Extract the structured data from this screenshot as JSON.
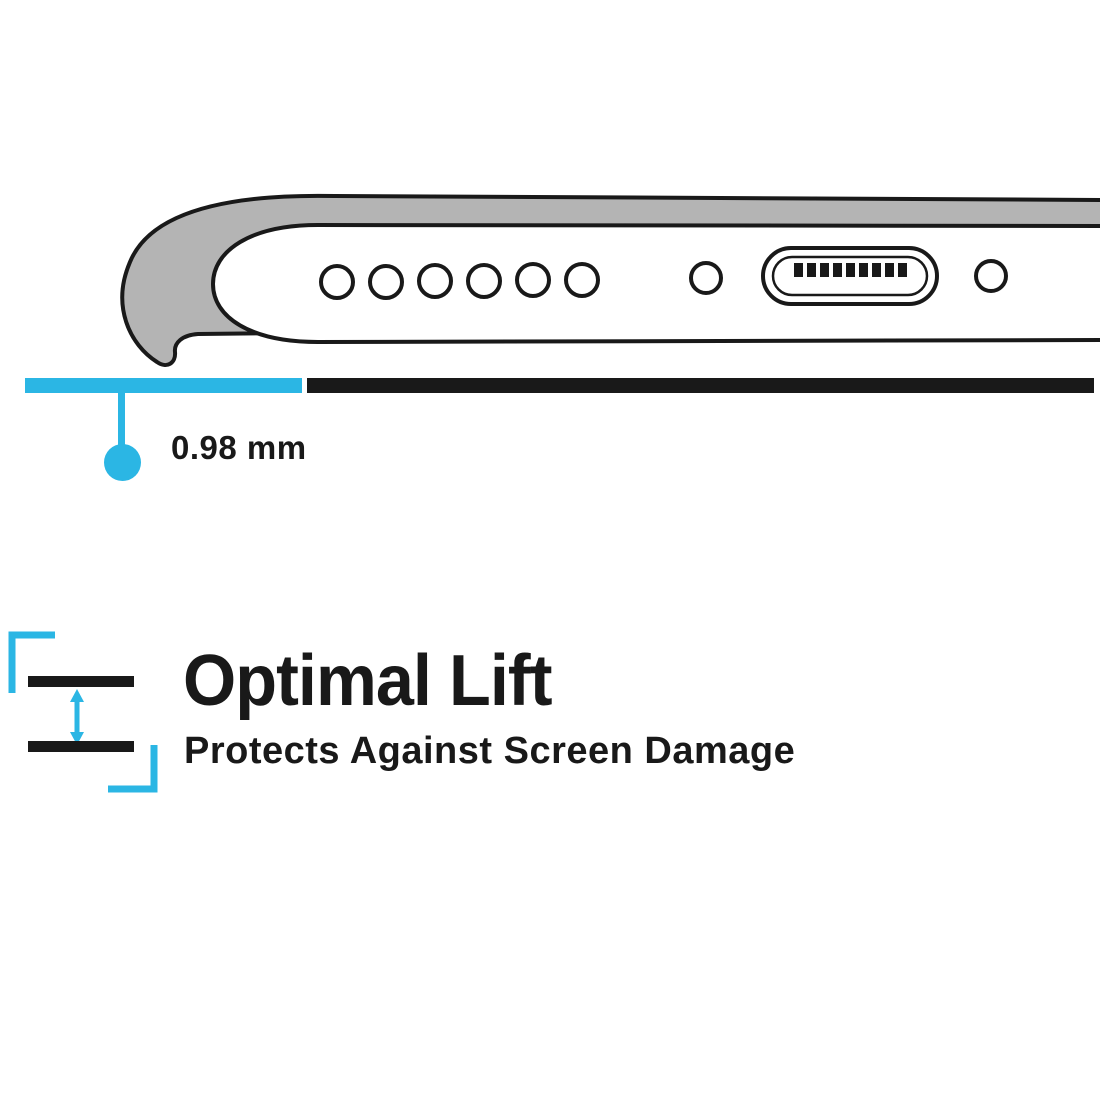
{
  "colors": {
    "accent": "#2bb6e4",
    "ink": "#191919",
    "case": "#b4b4b4",
    "bg": "#ffffff"
  },
  "illustration": {
    "speaker_hole_count": 6,
    "icons": [
      "phone-bottom-edge",
      "case-lip",
      "charging-port-icon",
      "speaker-holes-icon",
      "mic-hole-icon",
      "screw-hole-icon"
    ]
  },
  "measurement": {
    "label": "0.98 mm"
  },
  "feature": {
    "title": "Optimal Lift",
    "subtitle": "Protects Against Screen Damage",
    "icons": [
      "lift-spacing-icon",
      "up-down-arrow-icon",
      "corner-bracket-icon"
    ]
  }
}
